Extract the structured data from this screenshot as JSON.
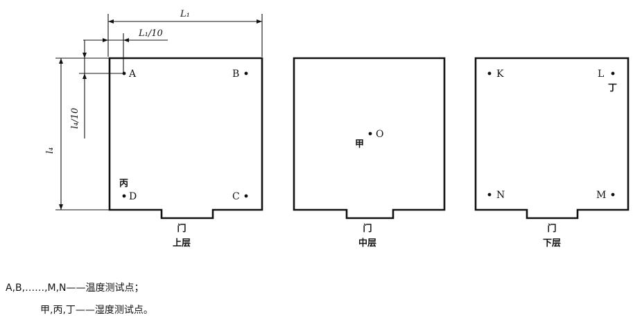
{
  "dimensions": {
    "l1": "L₁",
    "l1_tenth": "L₁/10",
    "l4": "l₄",
    "l4_tenth": "l₄/10"
  },
  "panels": [
    {
      "door": "门",
      "layer": "上层",
      "points": {
        "a": "A",
        "b": "B",
        "c": "C",
        "d": "D",
        "humidity": "丙"
      }
    },
    {
      "door": "门",
      "layer": "中层",
      "points": {
        "o": "O",
        "humidity": "甲"
      }
    },
    {
      "door": "门",
      "layer": "下层",
      "points": {
        "k": "K",
        "l": "L",
        "m": "M",
        "n": "N",
        "humidity": "丁"
      }
    }
  ],
  "legend": {
    "line1_keys": "A,B,……,M,N",
    "line1_dash": "——",
    "line1_desc": "温度测试点；",
    "line2_keys": "甲,丙,丁",
    "line2_dash": "——",
    "line2_desc": "湿度测试点。"
  }
}
